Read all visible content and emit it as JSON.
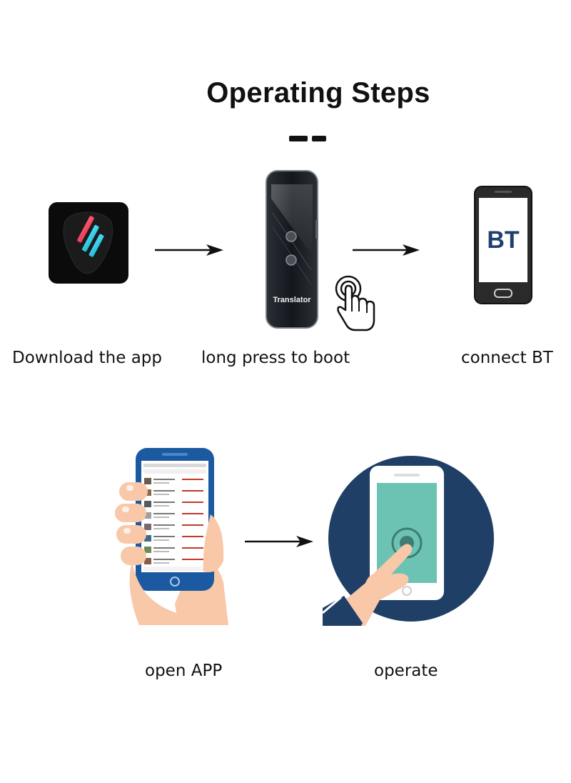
{
  "title": "Operating Steps",
  "steps": [
    {
      "label": "Download the app"
    },
    {
      "label": "long press to boot"
    },
    {
      "label": "connect BT"
    },
    {
      "label": "open APP"
    },
    {
      "label": "operate"
    }
  ],
  "device": {
    "brand_text": "Translator"
  },
  "phone_screen": {
    "text": "BT"
  },
  "colors": {
    "text": "#111111",
    "bt_blue": "#1f3f6e",
    "circle_navy": "#1f3f66",
    "phone_blue": "#1b5aa0",
    "screen_teal": "#6cc3b4",
    "skin": "#f8c8a8"
  },
  "icons": [
    "app-logo-icon",
    "arrow-right-icon",
    "tap-hand-icon",
    "smartphone-icon",
    "hand-holding-phone-icon",
    "finger-tap-phone-icon"
  ]
}
